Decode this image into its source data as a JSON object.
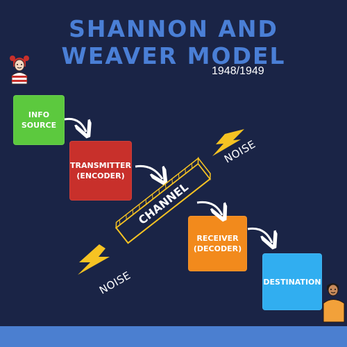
{
  "title": {
    "line1": "SHANNON AND",
    "line2": "WEAVER MODEL"
  },
  "year": "1948/1949",
  "nodes": {
    "info_source": {
      "line1": "INFO",
      "line2": "SOURCE",
      "color": "#5cc93e"
    },
    "transmitter": {
      "line1": "TRANSMITTER",
      "line2": "(ENCODER)",
      "color": "#c8302b"
    },
    "channel": {
      "label": "CHANNEL"
    },
    "receiver": {
      "line1": "RECEIVER",
      "line2": "(DECODER)",
      "color": "#f28a1c"
    },
    "destination": {
      "line1": "DESTINATION",
      "color": "#31aef0"
    }
  },
  "noise": {
    "top_label": "NOISE",
    "bottom_label": "NOISE",
    "bolt_color": "#f6c323"
  },
  "colors": {
    "background": "#1a2446",
    "title": "#4a7fd6",
    "footer": "#4b7fd0",
    "channel_outline": "#f6c323"
  },
  "icons": [
    "sender-avatar-icon",
    "receiver-avatar-icon",
    "arrow-icon",
    "lightning-bolt-icon"
  ]
}
